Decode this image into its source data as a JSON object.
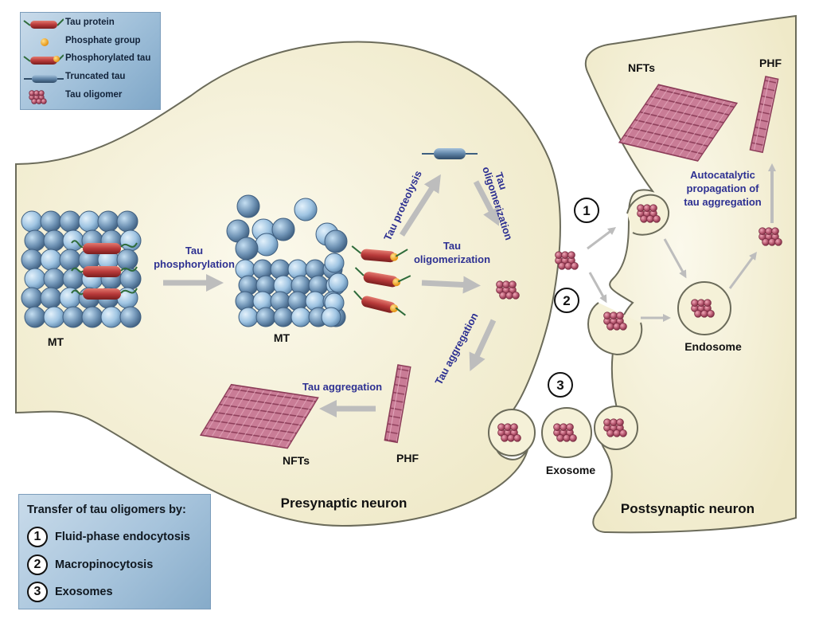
{
  "legend": {
    "items": [
      {
        "label": "Tau protein",
        "icon": "tau-protein-icon"
      },
      {
        "label": "Phosphate group",
        "icon": "phosphate-group-icon"
      },
      {
        "label": "Phosphorylated tau",
        "icon": "phosphorylated-tau-icon"
      },
      {
        "label": "Truncated tau",
        "icon": "truncated-tau-icon"
      },
      {
        "label": "Tau oligomer",
        "icon": "tau-oligomer-icon"
      }
    ]
  },
  "labels": {
    "mt_left": "MT",
    "mt_right": "MT",
    "tau_phos_1": "Tau",
    "tau_phos_2": "phosphorylation",
    "tau_proteolysis": "Tau proteolysis",
    "tau_olig_diag_1": "Tau",
    "tau_olig_diag_2": "oligomerization",
    "tau_olig_1": "Tau",
    "tau_olig_2": "oligomerization",
    "tau_aggregation_diag": "Tau aggregation",
    "tau_aggregation": "Tau aggregation",
    "nfts_left": "NFTs",
    "phf_left": "PHF",
    "presynaptic": "Presynaptic neuron",
    "postsynaptic": "Postsynaptic neuron",
    "nfts_right": "NFTs",
    "phf_right": "PHF",
    "autocatalytic_1": "Autocatalytic",
    "autocatalytic_2": "propagation of",
    "autocatalytic_3": "tau aggregation",
    "endosome": "Endosome",
    "exosome": "Exosome",
    "num_1": "1",
    "num_2": "2",
    "num_3": "3"
  },
  "transfer": {
    "title": "Transfer of tau oligomers by:",
    "items": [
      {
        "num": "1",
        "label": "Fluid-phase endocytosis"
      },
      {
        "num": "2",
        "label": "Macropinocytosis"
      },
      {
        "num": "3",
        "label": "Exosomes"
      }
    ]
  },
  "colors": {
    "cell_fill": "#f5f1d8",
    "cell_stroke": "#6b6b5a",
    "label_blue": "#2e3192",
    "tau_red": "#b83a3a",
    "oligomer": "#b5566e",
    "phosphate": "#f2a517",
    "mt_blue": "#6f93b5",
    "arrow_gray": "#bdbdbd"
  }
}
